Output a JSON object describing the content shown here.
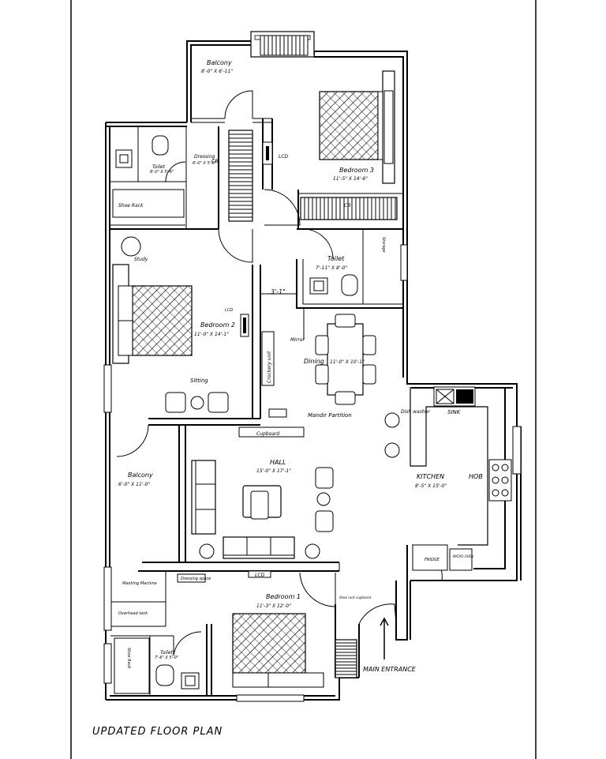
{
  "title": "UPDATED FLOOR PLAN",
  "rooms": {
    "balcony_top": {
      "name": "Balcony",
      "size": "8'-0\" X 6'-11\""
    },
    "bedroom3": {
      "name": "Bedroom 3",
      "size": "11'-5\" X 14'-6\""
    },
    "bedroom2": {
      "name": "Bedroom 2",
      "size": "11'-0\" X 14'-1\""
    },
    "bedroom1": {
      "name": "Bedroom 1",
      "size": "11'-3\" X 12'-0\""
    },
    "toilet_top_left": {
      "name": "Toilet",
      "size": "8'-0\" X 5'-6\""
    },
    "dressing": {
      "name": "Dressing",
      "size": "6'-0\" X 5'-6\""
    },
    "toilet_mid": {
      "name": "Toilet",
      "size": "7'-11\" X 8'-0\""
    },
    "toilet_bottom": {
      "name": "Toilet",
      "size": "7'-6\" X 5'-0\""
    },
    "dining": {
      "name": "Dining",
      "size": "11'-0\" X 10'-1\""
    },
    "hall": {
      "name": "HALL",
      "size": "15'-0\" X 17'-1\""
    },
    "kitchen": {
      "name": "KITCHEN",
      "size": "8'-5\" X 15'-0\""
    },
    "balcony_left": {
      "name": "Balcony",
      "size": "6'-0\" X 11'-0\""
    }
  },
  "labels": {
    "dimension": "3'-1\"",
    "mirror": "Mirror",
    "mandir_partition": "Mandir Partition",
    "crockery_unit": "Crockery unit",
    "sitting": "Sitting",
    "study": "Study",
    "shoe_rack": "Shoe Rack",
    "sink": "SINK",
    "hob": "HOB",
    "dish_washer": "Dish washer",
    "fridge": "FRIDGE",
    "micro_oven": "MICRO OVEN",
    "washing_machine": "Washing Machine",
    "overhead_tank": "Overhead tank",
    "lcd": "LCD",
    "shoe_rack_cupboard": "Shoe rack cupboard",
    "main_entrance": "MAIN ENTRANCE",
    "cupboard": "Cupboard",
    "cb": "CB",
    "dressing_space": "Dressing space",
    "storage": "Storage"
  }
}
